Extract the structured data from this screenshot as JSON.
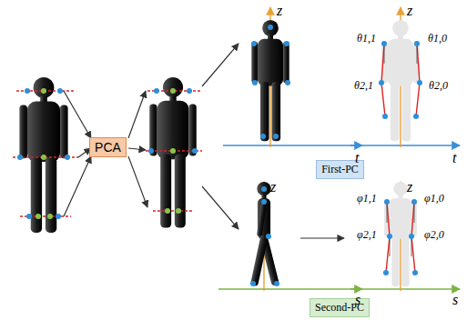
{
  "diagram": {
    "nodes": [
      {
        "text": [
          "PCA"
        ]
      },
      {
        "text": [
          "First-PC"
        ]
      },
      {
        "text": [
          "Second-PC"
        ]
      }
    ],
    "labels": [
      "z",
      "t",
      "z",
      "θ1,1",
      "θ1,0",
      "θ2,1",
      "θ2,0",
      "t",
      "z",
      "s",
      "z",
      "φ1,1",
      "φ1,0",
      "φ2,1",
      "φ2,0",
      "s"
    ]
  }
}
